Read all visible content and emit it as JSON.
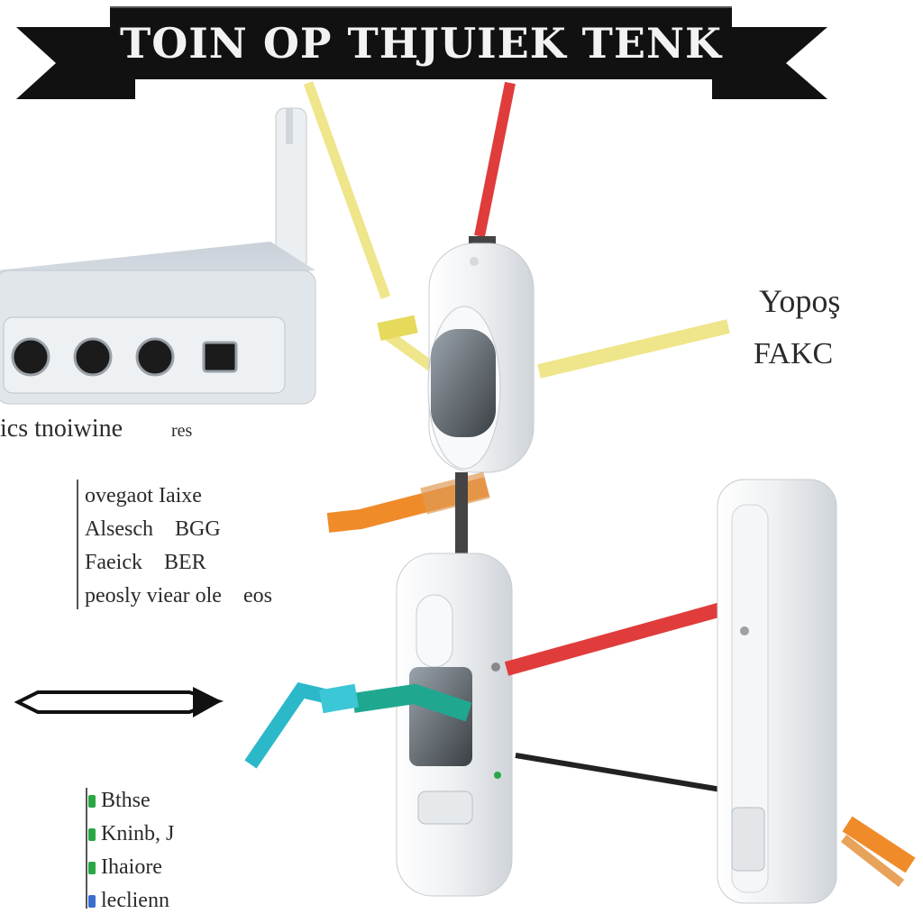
{
  "banner": {
    "title": "TOIN OP THJUIEK TENK"
  },
  "right_labels": {
    "line1": "Yopoş",
    "line2": "FAKC"
  },
  "router_caption": "ics tnoiwine",
  "router_caption_small": "res",
  "mid_legend": [
    {
      "text": "ovegaot Iaixe",
      "value": ""
    },
    {
      "text": "Alsesch",
      "value": "BGG"
    },
    {
      "text": "Faeick",
      "value": "BER"
    },
    {
      "text": "peosly viear ole",
      "value": "eos"
    }
  ],
  "bottom_legend": [
    {
      "text": "Bthse",
      "swatch": "#2aa745"
    },
    {
      "text": "Kninb, J",
      "swatch": "#2aa745"
    },
    {
      "text": "Ihaiore",
      "swatch": "#2aa745"
    },
    {
      "text": "leclienn",
      "swatch": "#3a6fd0"
    }
  ],
  "colors": {
    "banner": "#111111",
    "wire_yellow": "#efe58a",
    "wire_red": "#e03c3c",
    "wire_teal": "#1fa88f",
    "wire_cyan": "#2bb8c8",
    "wire_black": "#222222",
    "wire_orange": "#f08b2a",
    "device_body": "#eef0f2",
    "router_body": "#d7dde3"
  },
  "icons": {
    "router": "router-device",
    "antenna": "antenna-icon",
    "connector": "wall-jack-device",
    "arrow": "arrow-right-icon"
  }
}
